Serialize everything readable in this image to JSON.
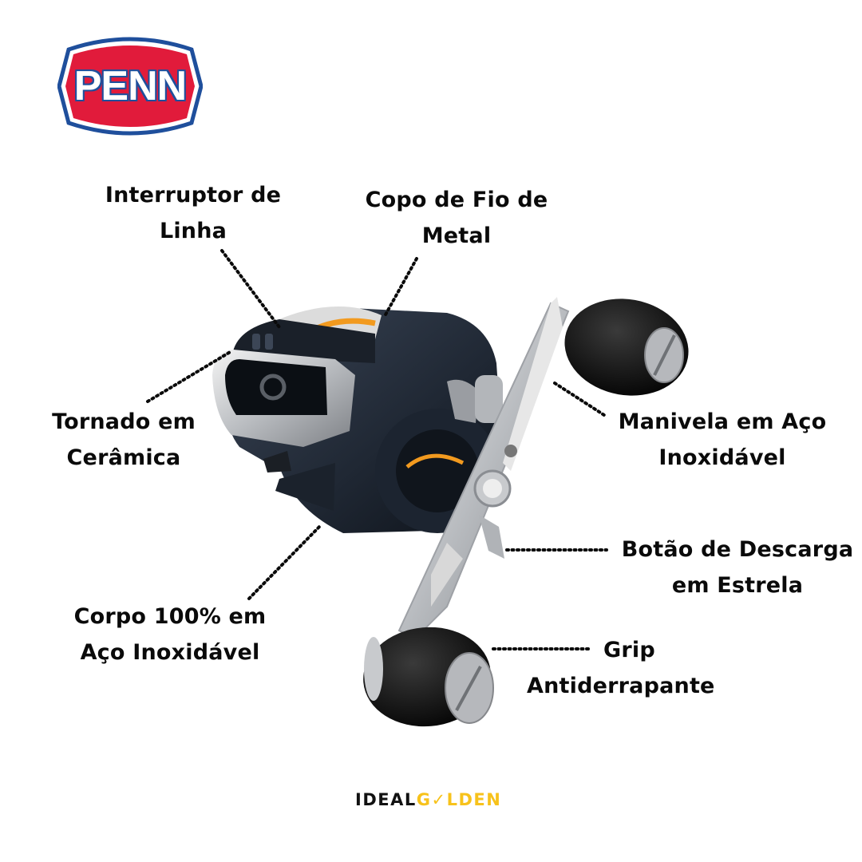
{
  "logo": {
    "brand": "PENN",
    "colors": {
      "fill": "#e11b3b",
      "outline": "#1f4f9c",
      "text": "#ffffff"
    }
  },
  "callouts": [
    {
      "id": "line-switch",
      "lines": [
        "Interruptor de",
        "Linha"
      ]
    },
    {
      "id": "metal-wire-cup",
      "lines": [
        "Copo de Fio de",
        "Metal"
      ]
    },
    {
      "id": "ceramic-turned",
      "lines": [
        "Tornado em",
        "Cerâmica"
      ]
    },
    {
      "id": "stainless-handle",
      "lines": [
        "Manivela em Aço",
        "Inoxidável"
      ]
    },
    {
      "id": "star-drag",
      "lines": [
        "Botão de Descarga",
        "em Estrela"
      ]
    },
    {
      "id": "body",
      "lines": [
        "Corpo 100% em",
        "Aço Inoxidável"
      ]
    },
    {
      "id": "grip",
      "lines": [
        "Grip",
        "Antiderrapante"
      ]
    }
  ],
  "footer": {
    "brand_dark": "IDEAL",
    "brand_gold_a": "G",
    "brand_gold_check": "✓",
    "brand_gold_b": "LDEN",
    "colors": {
      "dark": "#111111",
      "gold": "#f7c21b"
    }
  },
  "product": {
    "name": "baitcasting-reel",
    "accent_color": "#f29a1f",
    "body_color": "#1f2733"
  }
}
